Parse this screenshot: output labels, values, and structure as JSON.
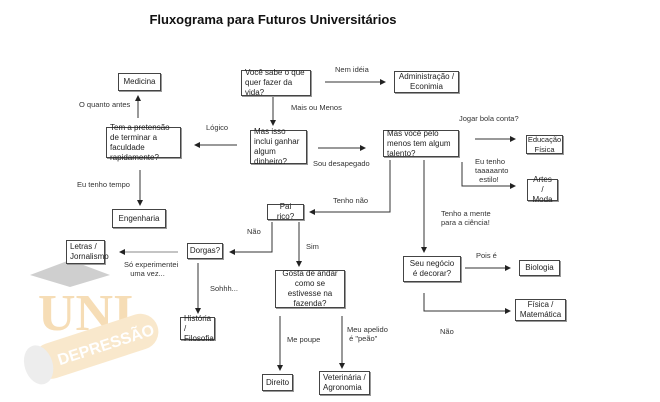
{
  "title": "Fluxograma para Futuros Universitários",
  "nodes": {
    "q1": "Você sabe o que quer fazer da vida?",
    "admin": "Administração / Econimia",
    "medicina": "Medicina",
    "pretensao": "Tem a pretensão de terminar a faculdade rapidamente?",
    "q2": "Mas isso inclui ganhar algum dinheiro?",
    "q3": "Mas você pelo menos tem algum talento?",
    "edfisica": "Educação Física",
    "artes": "Artes / Moda",
    "engenharia": "Engenharia",
    "pairico": "Pai rico?",
    "dorgas": "Dorgas?",
    "letras": "Letras / Jornalismo",
    "historia": "História / Filosofia",
    "fazenda": "Gosta de andar como se estivesse na fazenda?",
    "direito": "Direito",
    "veterinaria": "Veterinária / Agronomia",
    "decorar": "Seu negócio é decorar?",
    "biologia": "Biologia",
    "fisica": "Física / Matemática"
  },
  "edges": {
    "nem_ideia": "Nem idéia",
    "mais_ou_menos": "Mais ou Menos",
    "logico": "Lógico",
    "quanto_antes": "O quanto antes",
    "tempo": "Eu tenho tempo",
    "desapegado": "Sou desapegado",
    "bola": "Jogar bola conta?",
    "estilo": "Eu tenho\ntaaaaanto\n  estilo!",
    "tenho_nao": "Tenho não",
    "ciencia": "Tenho a mente\npara a ciência!",
    "nao1": "Não",
    "sim": "Sim",
    "experimentei": "Só experimentei\n   uma vez...",
    "sohhh": "Sohhh...",
    "me_poupe": "Me poupe",
    "peao": "Meu apelido\n é \"peão\"",
    "pois_e": "Pois é",
    "nao2": "Não"
  },
  "watermark": "UNI DEPRESSÃO"
}
